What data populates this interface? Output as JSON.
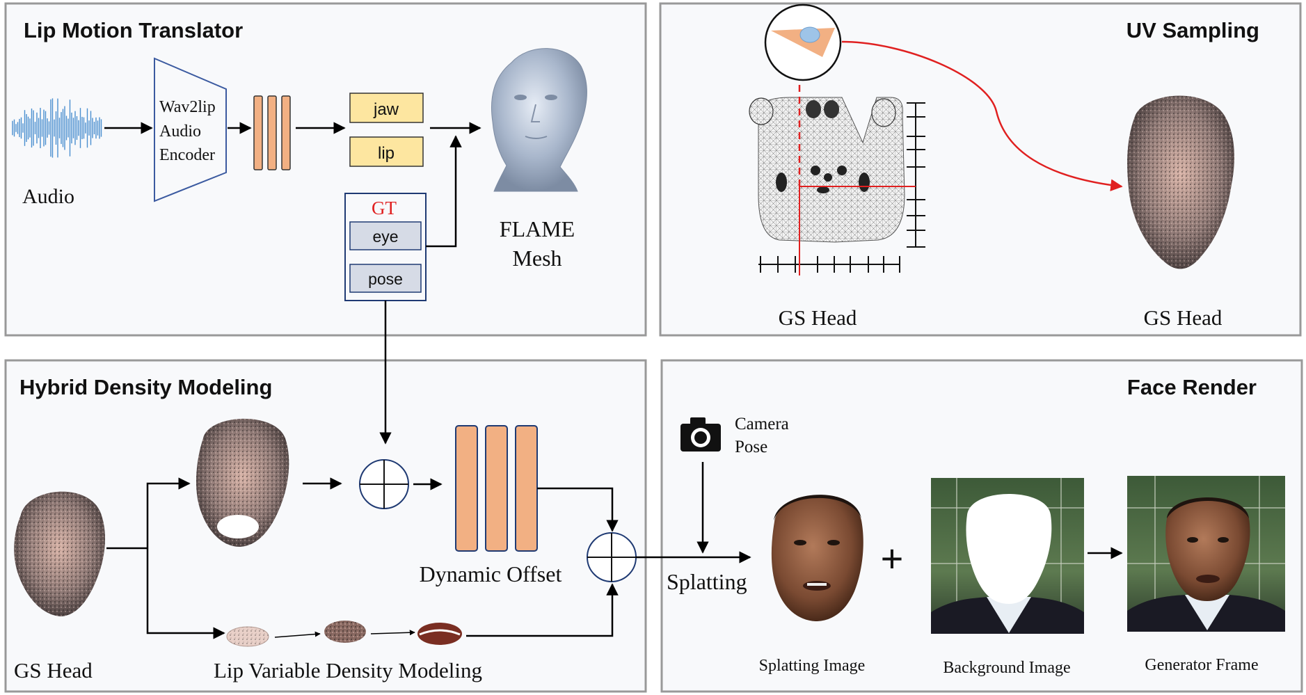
{
  "colors": {
    "panel_border": "#999999",
    "panel_bg": "#f8f9fb",
    "arrow": "#000000",
    "red_arrow": "#e02020",
    "param_fill": "#fde6a0",
    "gt_fill": "#d6dbe6",
    "block_fill": "#f2b083",
    "encoder_border": "#3b5aa0",
    "gt_text": "#e02020"
  },
  "lip_motion_translator": {
    "title": "Lip Motion Translator",
    "audio_label": "Audio",
    "encoder_lines": [
      "Wav2lip",
      "Audio",
      "Encoder"
    ],
    "params": [
      "jaw",
      "lip"
    ],
    "gt_label": "GT",
    "gt_params": [
      "eye",
      "pose"
    ],
    "mesh_lines": [
      "FLAME",
      "Mesh"
    ]
  },
  "uv_sampling": {
    "title": "UV Sampling",
    "left_label": "GS Head",
    "right_label": "GS Head"
  },
  "hybrid_density": {
    "title": "Hybrid Density Modeling",
    "gs_head_label": "GS Head",
    "dynamic_offset_label": "Dynamic Offset",
    "lip_modeling_label": "Lip Variable Density Modeling"
  },
  "face_render": {
    "title": "Face Render",
    "camera_lines": [
      "Camera",
      "Pose"
    ],
    "splatting_label": "Splatting",
    "plus_sign": "+",
    "splatting_image_label": "Splatting Image",
    "background_image_label": "Background Image",
    "generator_frame_label": "Generator Frame"
  }
}
